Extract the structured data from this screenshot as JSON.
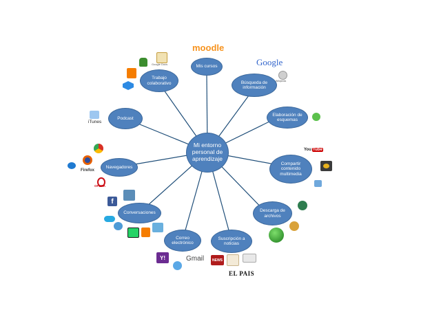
{
  "center": {
    "label": "Mi entorno personal de aprendizaje"
  },
  "nodes": [
    {
      "id": "cursos",
      "label": "Mis cursos"
    },
    {
      "id": "busqueda",
      "label": "Búsqueda de información"
    },
    {
      "id": "esquemas",
      "label": "Elaboración de esquemas"
    },
    {
      "id": "compartir",
      "label": "Compartir contenido multimedia"
    },
    {
      "id": "descarga",
      "label": "Descarga de archivos"
    },
    {
      "id": "suscripcion",
      "label": "Suscripción a noticias"
    },
    {
      "id": "correo",
      "label": "Correo electrónico"
    },
    {
      "id": "conversaciones",
      "label": "Conversaciones"
    },
    {
      "id": "navegadores",
      "label": "Navegadores"
    },
    {
      "id": "podcast",
      "label": "Podcast"
    },
    {
      "id": "trabajo",
      "label": "Trabajo colaborativo"
    }
  ],
  "logos": {
    "moodle": "moodle",
    "google": "Google",
    "wikipedia": "Wikipedia",
    "google_docs": "Google Docs",
    "itunes": "iTunes",
    "firefox": "Firefox",
    "opera": "OPERA",
    "youtube_you": "You",
    "youtube_tube": "Tube",
    "gmail": "Gmail",
    "yahoo": "Y!",
    "elpais": "EL PAIS",
    "news": "NEWS"
  },
  "colors": {
    "node_fill": "#4f81bd",
    "node_border": "#3a679b",
    "edge": "#1f4e79"
  }
}
